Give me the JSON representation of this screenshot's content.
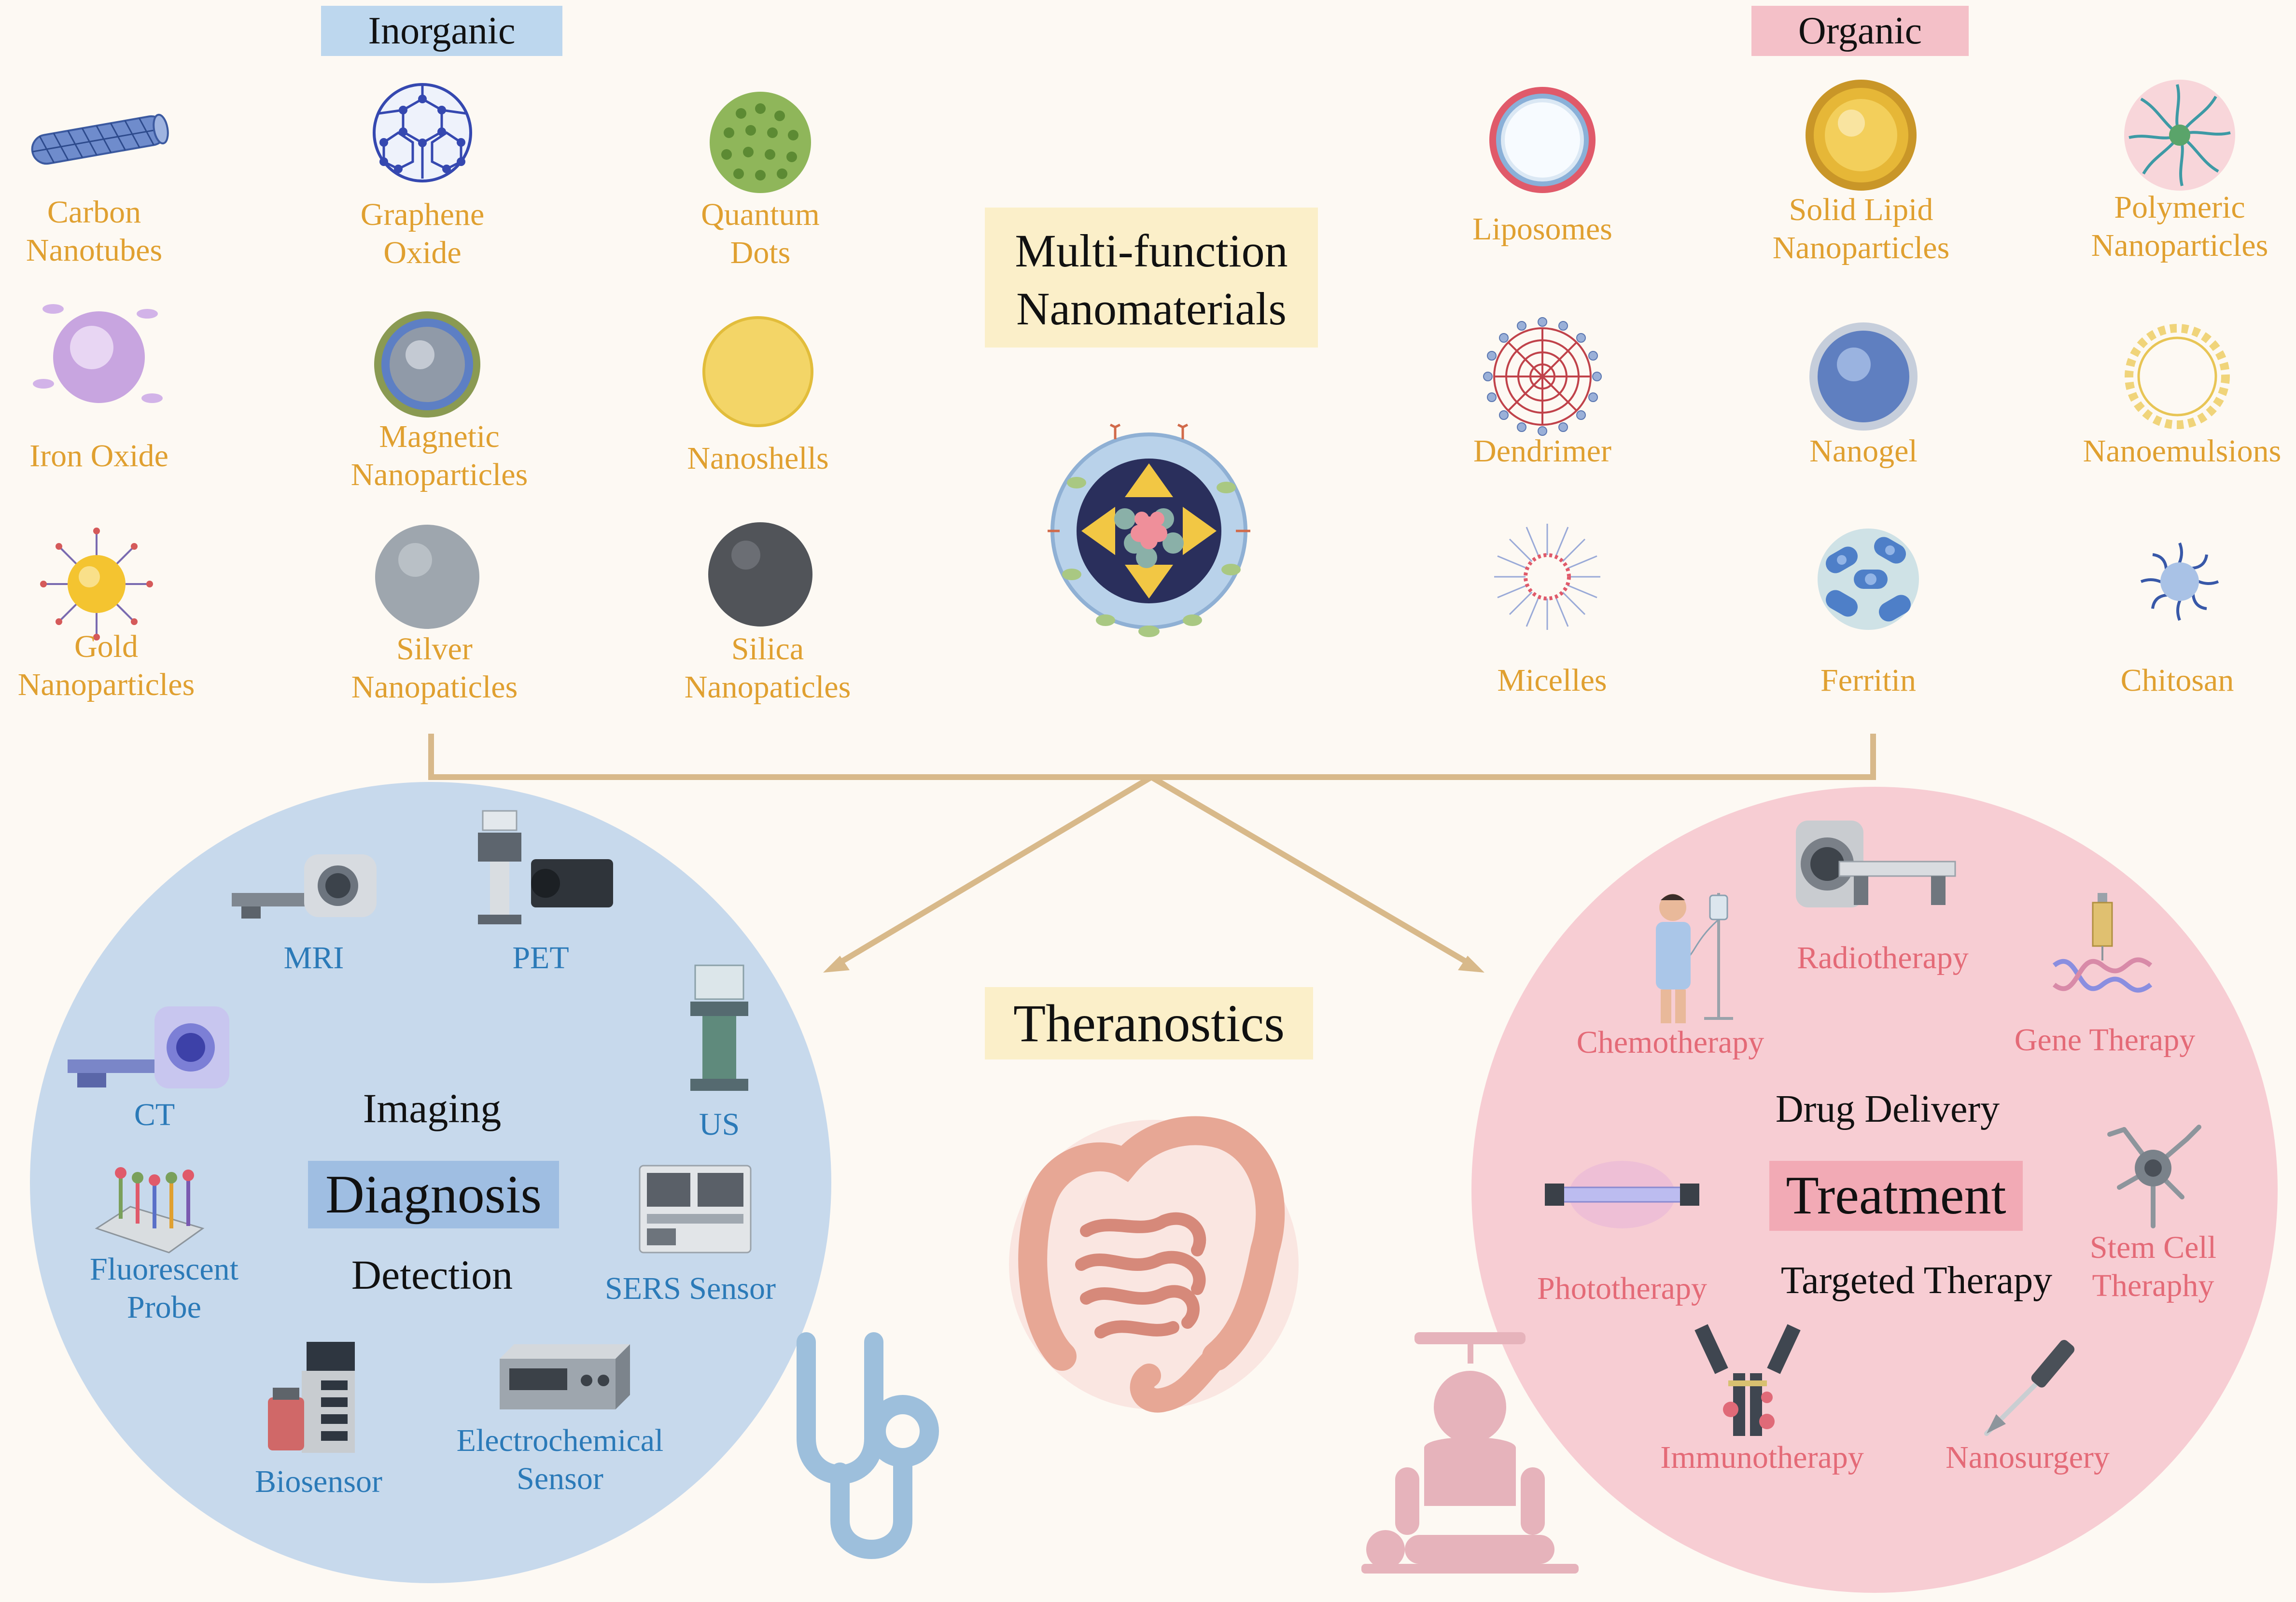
{
  "headers": {
    "inorganic": "Inorganic",
    "organic": "Organic"
  },
  "center": {
    "multi_function": [
      "Multi-function",
      "Nanomaterials"
    ],
    "theranostics": "Theranostics"
  },
  "inorganic_items": [
    {
      "label": [
        "Carbon",
        "Nanotubes"
      ],
      "icon": "carbon-nanotube-icon"
    },
    {
      "label": [
        "Graphene",
        "Oxide"
      ],
      "icon": "graphene-oxide-icon"
    },
    {
      "label": [
        "Quantum",
        "Dots"
      ],
      "icon": "quantum-dot-icon"
    },
    {
      "label": [
        "Iron Oxide"
      ],
      "icon": "iron-oxide-icon"
    },
    {
      "label": [
        "Magnetic",
        "Nanoparticles"
      ],
      "icon": "magnetic-nanoparticle-icon"
    },
    {
      "label": [
        "Nanoshells"
      ],
      "icon": "nanoshell-icon"
    },
    {
      "label": [
        "Gold",
        "Nanoparticles"
      ],
      "icon": "gold-nanoparticle-icon"
    },
    {
      "label": [
        "Silver",
        "Nanopaticles"
      ],
      "icon": "silver-nanoparticle-icon"
    },
    {
      "label": [
        "Silica",
        "Nanopaticles"
      ],
      "icon": "silica-nanoparticle-icon"
    }
  ],
  "organic_items": [
    {
      "label": [
        "Liposomes"
      ],
      "icon": "liposome-icon"
    },
    {
      "label": [
        "Solid Lipid",
        "Nanoparticles"
      ],
      "icon": "solid-lipid-nanoparticle-icon"
    },
    {
      "label": [
        "Polymeric",
        "Nanoparticles"
      ],
      "icon": "polymeric-nanoparticle-icon"
    },
    {
      "label": [
        "Dendrimer"
      ],
      "icon": "dendrimer-icon"
    },
    {
      "label": [
        "Nanogel"
      ],
      "icon": "nanogel-icon"
    },
    {
      "label": [
        "Nanoemulsions"
      ],
      "icon": "nanoemulsion-icon"
    },
    {
      "label": [
        "Micelles"
      ],
      "icon": "micelle-icon"
    },
    {
      "label": [
        "Ferritin"
      ],
      "icon": "ferritin-icon"
    },
    {
      "label": [
        "Chitosan"
      ],
      "icon": "chitosan-icon"
    }
  ],
  "diagnosis": {
    "title": "Diagnosis",
    "imaging": "Imaging",
    "detection": "Detection",
    "items": [
      {
        "label": [
          "MRI"
        ],
        "icon": "mri-scanner-icon"
      },
      {
        "label": [
          "PET"
        ],
        "icon": "pet-scanner-icon"
      },
      {
        "label": [
          "CT"
        ],
        "icon": "ct-scanner-icon"
      },
      {
        "label": [
          "US"
        ],
        "icon": "ultrasound-icon"
      },
      {
        "label": [
          "Fluorescent",
          "Probe"
        ],
        "icon": "fluorescent-probe-icon"
      },
      {
        "label": [
          "SERS Sensor"
        ],
        "icon": "sers-sensor-icon"
      },
      {
        "label": [
          "Biosensor"
        ],
        "icon": "biosensor-icon"
      },
      {
        "label": [
          "Electrochemical",
          "Sensor"
        ],
        "icon": "electrochemical-sensor-icon"
      }
    ]
  },
  "treatment": {
    "title": "Treatment",
    "drug_delivery": "Drug Delivery",
    "targeted_therapy": "Targeted Therapy",
    "items": [
      {
        "label": [
          "Radiotherapy"
        ],
        "icon": "radiotherapy-machine-icon"
      },
      {
        "label": [
          "Chemotherapy"
        ],
        "icon": "iv-patient-icon"
      },
      {
        "label": [
          "Gene Therapy"
        ],
        "icon": "dna-syringe-icon"
      },
      {
        "label": [
          "Phototherapy"
        ],
        "icon": "light-tube-icon"
      },
      {
        "label": [
          "Stem Cell",
          "Theraphy"
        ],
        "icon": "stem-cell-icon"
      },
      {
        "label": [
          "Immunotherapy"
        ],
        "icon": "antibody-icon"
      },
      {
        "label": [
          "Nanosurgery"
        ],
        "icon": "scalpel-icon"
      }
    ]
  },
  "colors": {
    "inorganic_tag": "#bdd7ee",
    "organic_tag": "#f4c0c8",
    "banner": "#fbefc9",
    "diagnosis_circle": "#c7d9ec",
    "treatment_circle": "#f7cdd3",
    "connector": "#d8b98a",
    "orange_text": "#e0a030",
    "blue_text": "#2b7ab8",
    "pink_text": "#e46a77"
  }
}
